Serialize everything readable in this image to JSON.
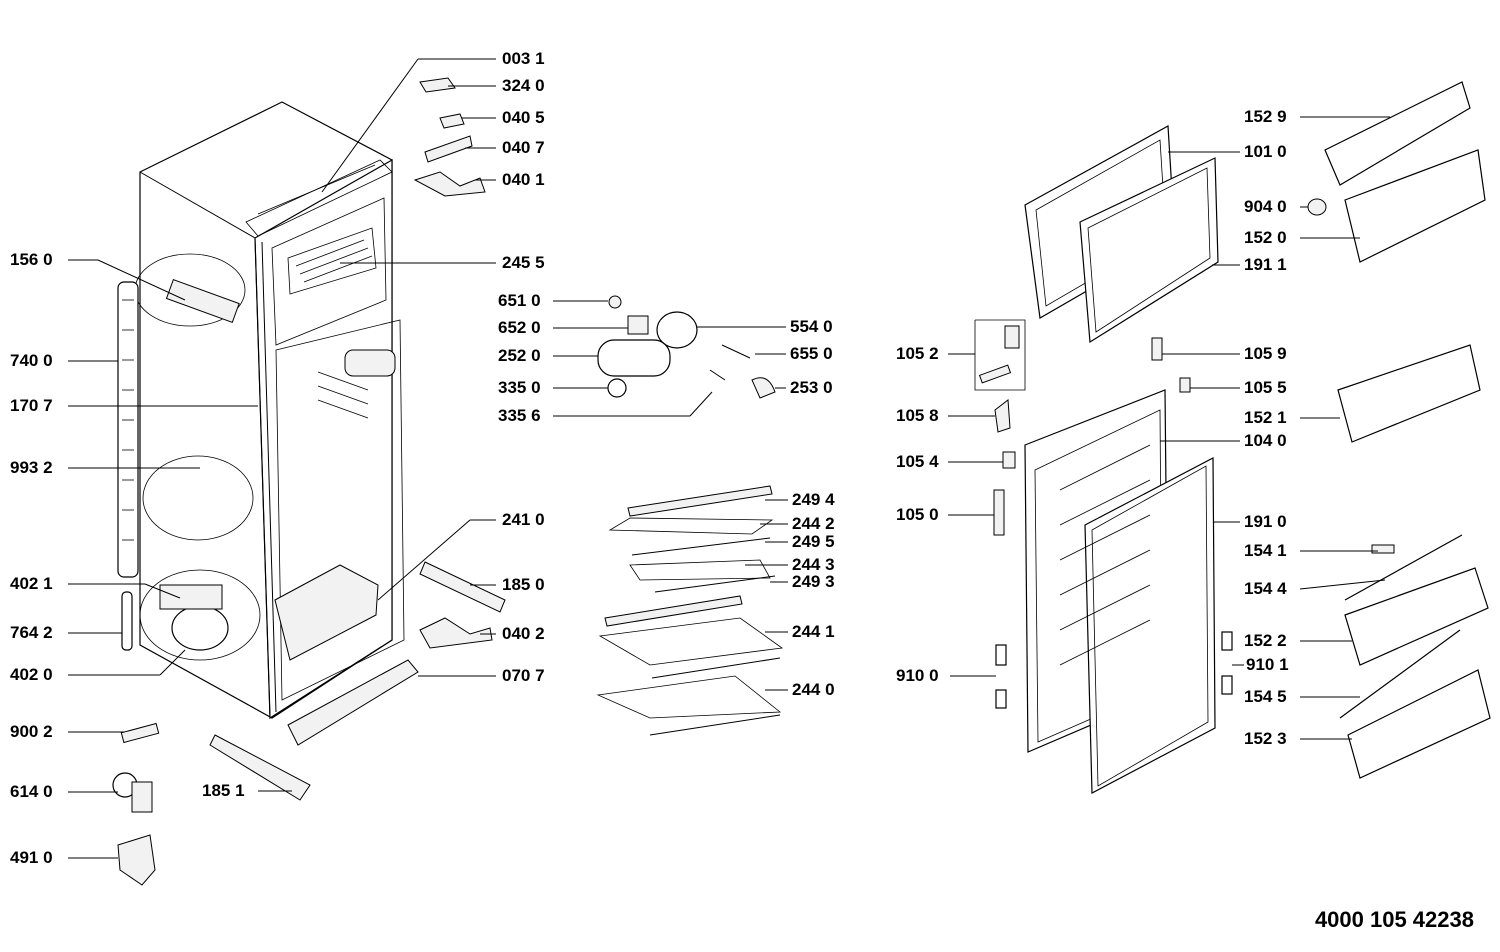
{
  "document_number": "4000 105 42238",
  "parts": [
    {
      "id": "003_1",
      "label": "003 1"
    },
    {
      "id": "324_0",
      "label": "324 0"
    },
    {
      "id": "040_5",
      "label": "040 5"
    },
    {
      "id": "040_7",
      "label": "040 7"
    },
    {
      "id": "040_1",
      "label": "040 1"
    },
    {
      "id": "245_5",
      "label": "245 5"
    },
    {
      "id": "156_0",
      "label": "156 0"
    },
    {
      "id": "740_0",
      "label": "740 0"
    },
    {
      "id": "170_7",
      "label": "170 7"
    },
    {
      "id": "993_2",
      "label": "993 2"
    },
    {
      "id": "402_1",
      "label": "402 1"
    },
    {
      "id": "764_2",
      "label": "764 2"
    },
    {
      "id": "402_0",
      "label": "402 0"
    },
    {
      "id": "900_2",
      "label": "900 2"
    },
    {
      "id": "614_0",
      "label": "614 0"
    },
    {
      "id": "491_0",
      "label": "491 0"
    },
    {
      "id": "185_1",
      "label": "185 1"
    },
    {
      "id": "651_0",
      "label": "651 0"
    },
    {
      "id": "652_0",
      "label": "652 0"
    },
    {
      "id": "252_0",
      "label": "252 0"
    },
    {
      "id": "335_0",
      "label": "335 0"
    },
    {
      "id": "335_6",
      "label": "335 6"
    },
    {
      "id": "554_0",
      "label": "554 0"
    },
    {
      "id": "655_0",
      "label": "655 0"
    },
    {
      "id": "253_0",
      "label": "253 0"
    },
    {
      "id": "241_0",
      "label": "241 0"
    },
    {
      "id": "185_0",
      "label": "185 0"
    },
    {
      "id": "040_2",
      "label": "040 2"
    },
    {
      "id": "070_7",
      "label": "070 7"
    },
    {
      "id": "249_4",
      "label": "249 4"
    },
    {
      "id": "244_2",
      "label": "244 2"
    },
    {
      "id": "249_5",
      "label": "249 5"
    },
    {
      "id": "244_3",
      "label": "244 3"
    },
    {
      "id": "249_3",
      "label": "249 3"
    },
    {
      "id": "244_1",
      "label": "244 1"
    },
    {
      "id": "244_0",
      "label": "244 0"
    },
    {
      "id": "152_9",
      "label": "152 9"
    },
    {
      "id": "101_0",
      "label": "101 0"
    },
    {
      "id": "904_0",
      "label": "904 0"
    },
    {
      "id": "152_0",
      "label": "152 0"
    },
    {
      "id": "191_1",
      "label": "191 1"
    },
    {
      "id": "105_2",
      "label": "105 2"
    },
    {
      "id": "105_9",
      "label": "105 9"
    },
    {
      "id": "105_5",
      "label": "105 5"
    },
    {
      "id": "152_1",
      "label": "152 1"
    },
    {
      "id": "105_8",
      "label": "105 8"
    },
    {
      "id": "104_0",
      "label": "104 0"
    },
    {
      "id": "105_4",
      "label": "105 4"
    },
    {
      "id": "105_0",
      "label": "105 0"
    },
    {
      "id": "191_0",
      "label": "191 0"
    },
    {
      "id": "154_1",
      "label": "154 1"
    },
    {
      "id": "154_4",
      "label": "154 4"
    },
    {
      "id": "152_2",
      "label": "152 2"
    },
    {
      "id": "910_0",
      "label": "910 0"
    },
    {
      "id": "910_1",
      "label": "910 1"
    },
    {
      "id": "154_5",
      "label": "154 5"
    },
    {
      "id": "152_3",
      "label": "152 3"
    }
  ]
}
